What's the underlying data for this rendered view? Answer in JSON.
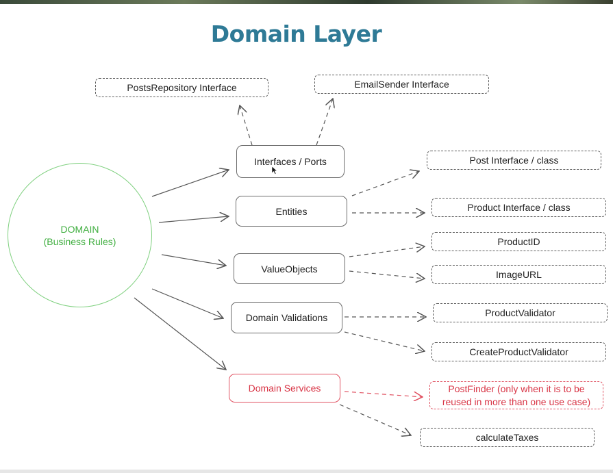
{
  "title": "Domain Layer",
  "domain": {
    "line1": "DOMAIN",
    "line2": "(Business Rules)"
  },
  "components": {
    "interfaces_ports": "Interfaces / Ports",
    "entities": "Entities",
    "value_objects": "ValueObjects",
    "domain_validations": "Domain Validations",
    "domain_services": "Domain Services"
  },
  "interfaces": {
    "posts_repository": "PostsRepository Interface",
    "email_sender": "EmailSender Interface"
  },
  "entity_items": {
    "post": "Post Interface / class",
    "product": "Product Interface / class"
  },
  "value_object_items": {
    "product_id": "ProductID",
    "image_url": "ImageURL"
  },
  "validation_items": {
    "product_validator": "ProductValidator",
    "create_product_validator": "CreateProductValidator"
  },
  "service_items": {
    "post_finder_line1": "PostFinder (only when it is to be",
    "post_finder_line2": "reused in more than one use case)",
    "calculate_taxes": "calculateTaxes"
  },
  "colors": {
    "title": "#2e7a96",
    "domain": "#3fae3f",
    "domain_border": "#7fd07f",
    "services": "#d83445",
    "stroke": "#555555"
  }
}
